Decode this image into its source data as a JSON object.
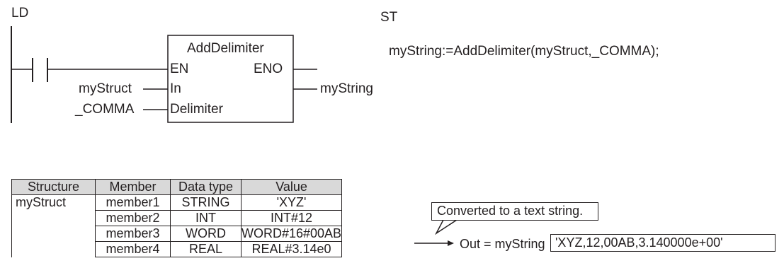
{
  "ld_label": "LD",
  "st_label": "ST",
  "st_code": "myString:=AddDelimiter(myStruct,_COMMA);",
  "fb": {
    "name": "AddDelimiter",
    "en": "EN",
    "eno": "ENO",
    "in": "In",
    "delimiter": "Delimiter",
    "in_var": "myStruct",
    "delim_var": "_COMMA",
    "out_var": "myString"
  },
  "table": {
    "headers": [
      "Structure",
      "Member",
      "Data type",
      "Value"
    ],
    "structure": "myStruct",
    "rows": [
      [
        "member1",
        "STRING",
        "'XYZ'"
      ],
      [
        "member2",
        "INT",
        "INT#12"
      ],
      [
        "member3",
        "WORD",
        "WORD#16#00AB"
      ],
      [
        "member4",
        "REAL",
        "REAL#3.14e0"
      ]
    ]
  },
  "callout": "Converted to a text string.",
  "out_label": "Out = myString",
  "out_value": "'XYZ,12,00AB,3.140000e+00'"
}
